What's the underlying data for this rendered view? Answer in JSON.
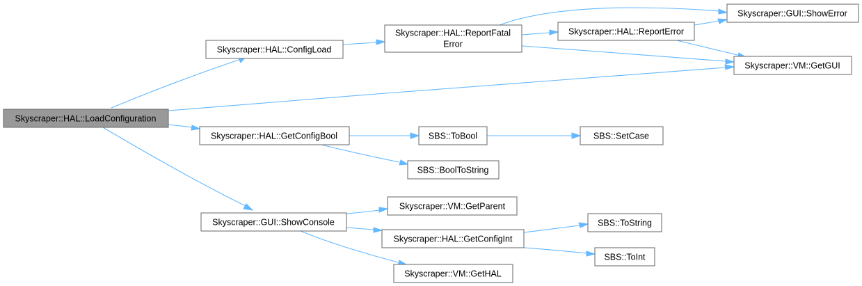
{
  "diagram": {
    "type": "call-graph",
    "edge_color": "#63b8ff",
    "root_fill": "#999999",
    "nodes": {
      "load_configuration": "Skyscraper::HAL::LoadConfiguration",
      "config_load": "Skyscraper::HAL::ConfigLoad",
      "report_fatal_error_line1": "Skyscraper::HAL::ReportFatal",
      "report_fatal_error_line2": "Error",
      "report_error": "Skyscraper::HAL::ReportError",
      "show_error": "Skyscraper::GUI::ShowError",
      "get_gui": "Skyscraper::VM::GetGUI",
      "get_config_bool": "Skyscraper::HAL::GetConfigBool",
      "to_bool": "SBS::ToBool",
      "set_case": "SBS::SetCase",
      "bool_to_string": "SBS::BoolToString",
      "show_console": "Skyscraper::GUI::ShowConsole",
      "get_parent": "Skyscraper::VM::GetParent",
      "get_config_int": "Skyscraper::HAL::GetConfigInt",
      "to_string": "SBS::ToString",
      "to_int": "SBS::ToInt",
      "get_hal": "Skyscraper::VM::GetHAL"
    },
    "edges": [
      {
        "from": "load_configuration",
        "to": "config_load"
      },
      {
        "from": "load_configuration",
        "to": "get_gui"
      },
      {
        "from": "load_configuration",
        "to": "get_config_bool"
      },
      {
        "from": "load_configuration",
        "to": "show_console"
      },
      {
        "from": "config_load",
        "to": "report_fatal_error"
      },
      {
        "from": "report_fatal_error",
        "to": "show_error"
      },
      {
        "from": "report_fatal_error",
        "to": "report_error"
      },
      {
        "from": "report_fatal_error",
        "to": "get_gui"
      },
      {
        "from": "report_error",
        "to": "show_error"
      },
      {
        "from": "report_error",
        "to": "get_gui"
      },
      {
        "from": "get_config_bool",
        "to": "to_bool"
      },
      {
        "from": "get_config_bool",
        "to": "bool_to_string"
      },
      {
        "from": "to_bool",
        "to": "set_case"
      },
      {
        "from": "show_console",
        "to": "get_parent"
      },
      {
        "from": "show_console",
        "to": "get_config_int"
      },
      {
        "from": "show_console",
        "to": "get_hal"
      },
      {
        "from": "get_config_int",
        "to": "to_string"
      },
      {
        "from": "get_config_int",
        "to": "to_int"
      }
    ]
  }
}
